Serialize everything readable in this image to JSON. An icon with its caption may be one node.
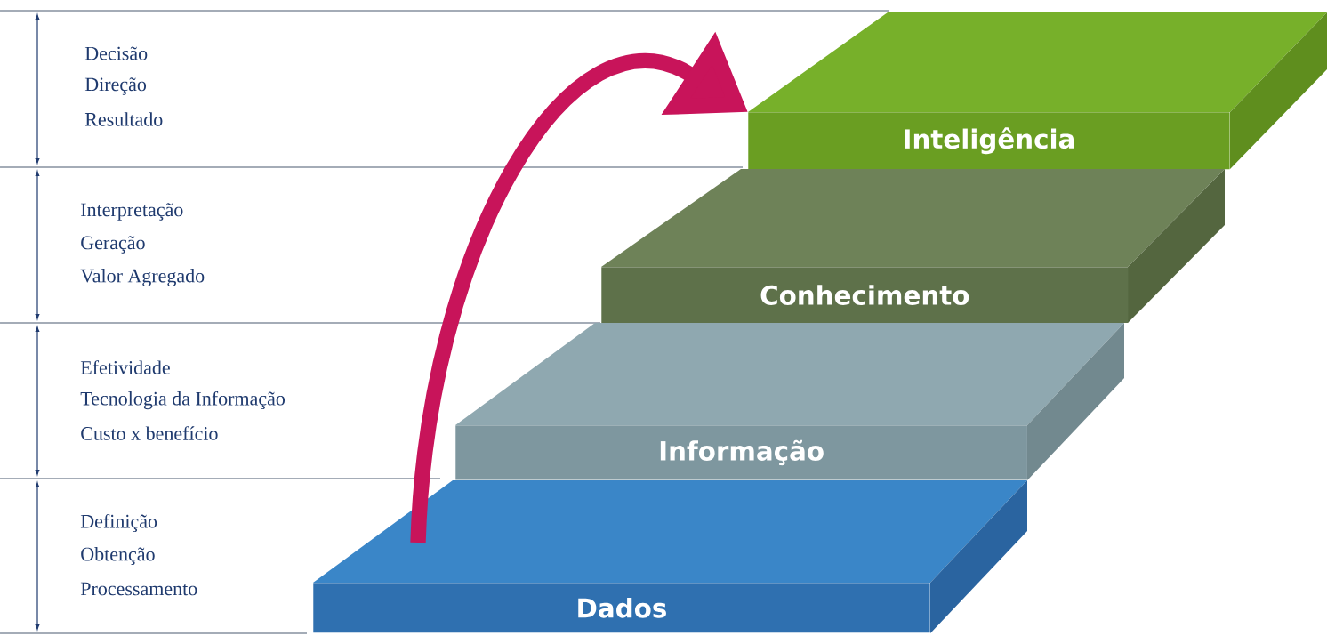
{
  "diagram": {
    "nodes": [
      {
        "text": [
          "Inteligência"
        ]
      },
      {
        "text": [
          "Conhecimento"
        ]
      },
      {
        "text": [
          "Informação"
        ]
      },
      {
        "text": [
          "Dados"
        ]
      }
    ],
    "edges": [
      {
        "from": 3,
        "to": 0,
        "arrow": "to"
      }
    ],
    "labels": [
      "Decisão",
      "Direção",
      "Resultado",
      "Interpretação",
      "Geração",
      "Valor Agregado",
      "Efetividade",
      "Tecnologia da Informação",
      "Custo x benefício",
      "Definição",
      "Obtenção",
      "Processamento"
    ]
  }
}
